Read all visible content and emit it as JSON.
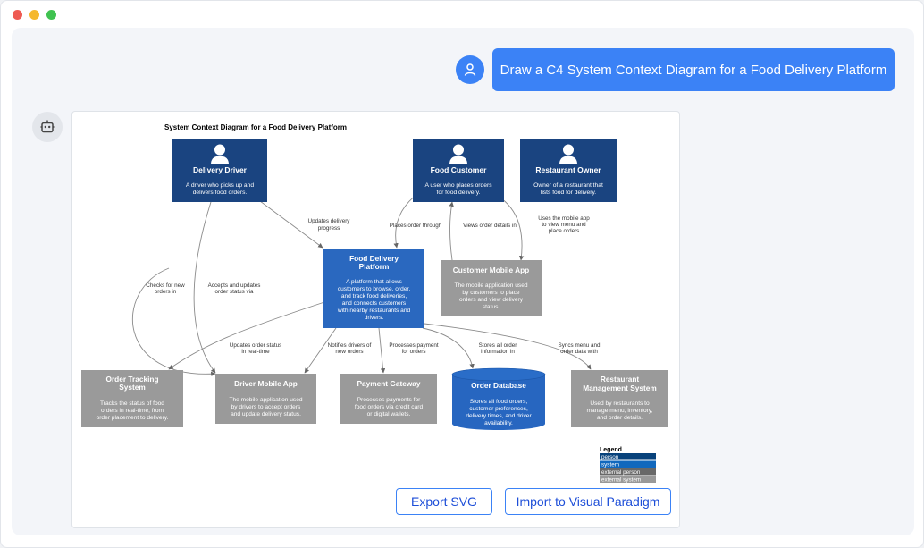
{
  "window": {
    "controls": [
      {
        "name": "close",
        "color": "#ee5a52"
      },
      {
        "name": "minimize",
        "color": "#f5b82e"
      },
      {
        "name": "maximize",
        "color": "#3fc250"
      }
    ]
  },
  "user_message": {
    "avatar_icon": "user-icon",
    "text": "Draw a C4 System Context Diagram for a Food Delivery Platform"
  },
  "assistant": {
    "avatar_icon": "robot-icon"
  },
  "diagram": {
    "title": "System Context Diagram for a Food Delivery Platform",
    "elements": {
      "delivery_driver": {
        "name": "Delivery Driver",
        "desc": [
          "A driver who picks up and",
          "delivers food orders."
        ]
      },
      "food_customer": {
        "name": "Food Customer",
        "desc": [
          "A user who places orders",
          "for food delivery."
        ]
      },
      "restaurant_owner": {
        "name": "Restaurant Owner",
        "desc": [
          "Owner of a restaurant that",
          "lists food for delivery."
        ]
      },
      "platform": {
        "name": [
          "Food Delivery",
          "Platform"
        ],
        "desc": [
          "A platform that allows",
          "customers to browse, order,",
          "and track food deliveries,",
          "and connects customers",
          "with nearby restaurants and",
          "drivers."
        ]
      },
      "customer_app": {
        "name": "Customer Mobile App",
        "desc": [
          "The mobile application used",
          "by customers to place",
          "orders and view delivery",
          "status."
        ]
      },
      "order_tracking": {
        "name": [
          "Order Tracking",
          "System"
        ],
        "desc": [
          "Tracks the status of food",
          "orders in real-time, from",
          "order placement to delivery."
        ]
      },
      "driver_app": {
        "name": "Driver Mobile App",
        "desc": [
          "The mobile application used",
          "by drivers to accept orders",
          "and update delivery status."
        ]
      },
      "payment_gateway": {
        "name": "Payment Gateway",
        "desc": [
          "Processes payments for",
          "food orders via credit card",
          "or digital wallets."
        ]
      },
      "order_database": {
        "name": "Order Database",
        "desc": [
          "Stores all food orders,",
          "customer preferences,",
          "delivery times, and driver",
          "availability."
        ]
      },
      "restaurant_mgmt": {
        "name": [
          "Restaurant",
          "Management System"
        ],
        "desc": [
          "Used by restaurants to",
          "manage menu, inventory,",
          "and order details."
        ]
      }
    },
    "relationships": {
      "updates_delivery": [
        "Updates delivery",
        "progress"
      ],
      "places_order": [
        "Places order through"
      ],
      "views_order": [
        "Views order details in"
      ],
      "uses_app": [
        "Uses the mobile app",
        "to view menu and",
        "place orders"
      ],
      "checks_orders": [
        "Checks for new",
        "orders in"
      ],
      "accepts_updates": [
        "Accepts and updates",
        "order status via"
      ],
      "updates_status": [
        "Updates order status",
        "in real-time"
      ],
      "notifies_drivers": [
        "Notifies drivers of",
        "new orders"
      ],
      "processes_payment": [
        "Processes payment",
        "for orders"
      ],
      "stores_orders": [
        "Stores all order",
        "information in"
      ],
      "syncs_menu": [
        "Syncs menu and",
        "order data with"
      ]
    },
    "legend": {
      "title": "Legend",
      "items": [
        {
          "label": "person",
          "color": "#08427b"
        },
        {
          "label": "system",
          "color": "#1168bd"
        },
        {
          "label": "external person",
          "color": "#686868"
        },
        {
          "label": "external system",
          "color": "#999999"
        }
      ]
    },
    "colors": {
      "person": "#1a4480",
      "system": "#2a68bf",
      "external": "#9a9a9a",
      "database": "#2766c0"
    }
  },
  "actions": {
    "export_svg": "Export SVG",
    "import_vp": "Import to Visual Paradigm"
  }
}
